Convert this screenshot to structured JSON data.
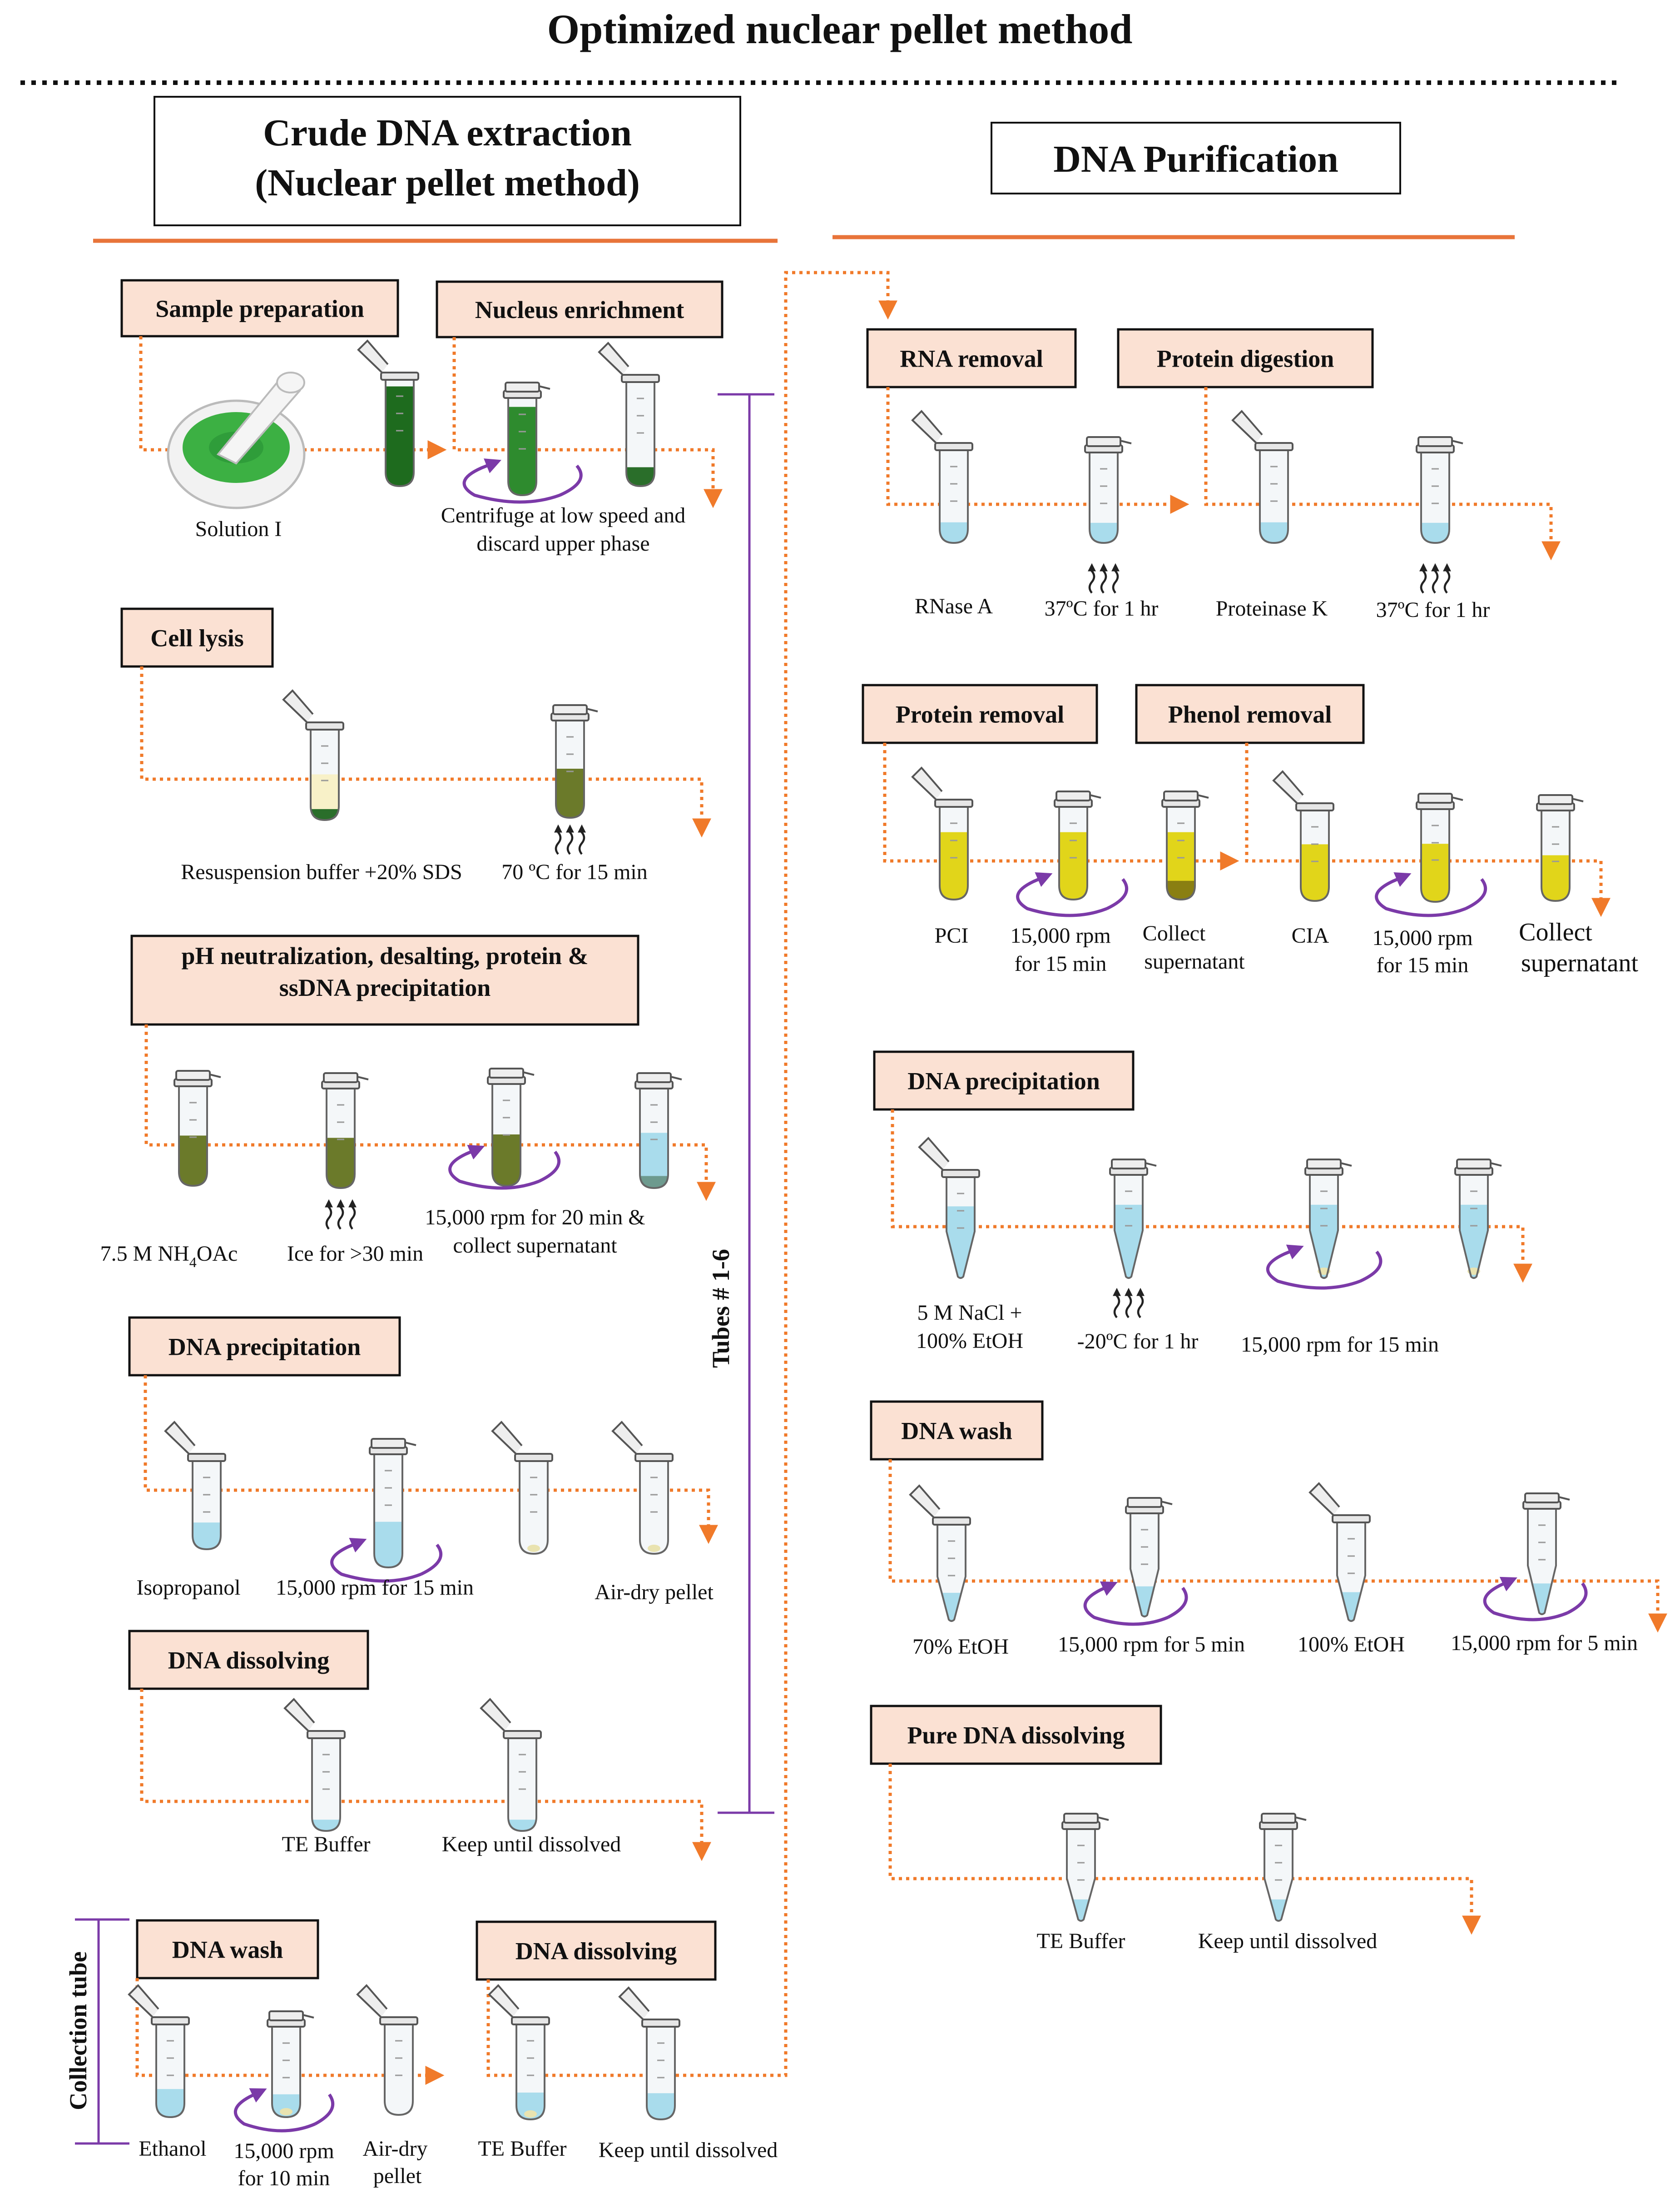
{
  "title": "Optimized nuclear pellet method",
  "sections": {
    "crude": {
      "line1": "Crude DNA extraction",
      "line2": "(Nuclear pellet method)"
    },
    "purification": "DNA Purification"
  },
  "side_labels": {
    "tubes": "Tubes # 1-6",
    "collection": "Collection tube"
  },
  "steps": {
    "sample_prep": "Sample preparation",
    "nucleus": "Nucleus enrichment",
    "cell_lysis": "Cell lysis",
    "ph_line1": "pH neutralization, desalting, protein &",
    "ph_line2": "ssDNA precipitation",
    "dna_precip_left": "DNA precipitation",
    "dna_dissolving_left": "DNA dissolving",
    "dna_wash_left": "DNA wash",
    "dna_dissolving_bottom": "DNA dissolving",
    "rna_removal": "RNA removal",
    "protein_digestion": "Protein digestion",
    "protein_removal": "Protein removal",
    "phenol_removal": "Phenol removal",
    "dna_precip_right": "DNA precipitation",
    "dna_wash_right": "DNA wash",
    "pure_dna": "Pure DNA dissolving"
  },
  "captions": {
    "solution1": "Solution I",
    "centrifuge1": "Centrifuge at low speed and",
    "centrifuge2": "discard upper phase",
    "resusp": "Resuspension buffer +20% SDS",
    "heat70": "70 ºC for 15 min",
    "nh4oac_main": "7.5 M NH",
    "nh4oac_sub": "4",
    "nh4oac_tail": "OAc",
    "ice": "Ice for >30 min",
    "spin20_1": "15,000 rpm for 20 min &",
    "spin20_2": "collect supernatant",
    "isopropanol": "Isopropanol",
    "spin15_left": "15,000 rpm for 15 min",
    "airdry": "Air-dry pellet",
    "te_left": "TE Buffer",
    "keep_left": "Keep until dissolved",
    "ethanol": "Ethanol",
    "spin10_1": "15,000 rpm",
    "spin10_2": "for 10 min",
    "airdry2_1": "Air-dry",
    "airdry2_2": "pellet",
    "te_bottom": "TE Buffer",
    "keep_bottom": "Keep until dissolved",
    "rnase": "RNase A",
    "inc1": "37ºC for 1 hr",
    "protk": "Proteinase K",
    "inc2": "37ºC for 1 hr",
    "pci": "PCI",
    "spinpci_1": "15,000 rpm",
    "spinpci_2": "for 15 min",
    "collect1_1": "Collect",
    "collect1_2": "supernatant",
    "cia": "CIA",
    "spincia_1": "15,000 rpm",
    "spincia_2": "for 15 min",
    "collect2_1": "Collect",
    "collect2_2": "supernatant",
    "nacl_1": "5 M NaCl +",
    "nacl_2": "100% EtOH",
    "cold": "-20ºC for 1 hr",
    "spin15_right": "15,000 rpm for 15 min",
    "etoh70": "70% EtOH",
    "spin5a": "15,000 rpm for 5 min",
    "etoh100": "100% EtOH",
    "spin5b": "15,000 rpm for 5 min",
    "te_right": "TE Buffer",
    "keep_right": "Keep until dissolved"
  },
  "colors": {
    "flow_arrow": "#f07a2a",
    "step_box_fill": "#fbe1d3",
    "spin_arrow": "#7b3aa8",
    "green_extract": "#2e8b2e",
    "olive_lysate": "#6b7a2a",
    "light_blue": "#a9dcec",
    "yellow_phase": "#e1d51a"
  }
}
